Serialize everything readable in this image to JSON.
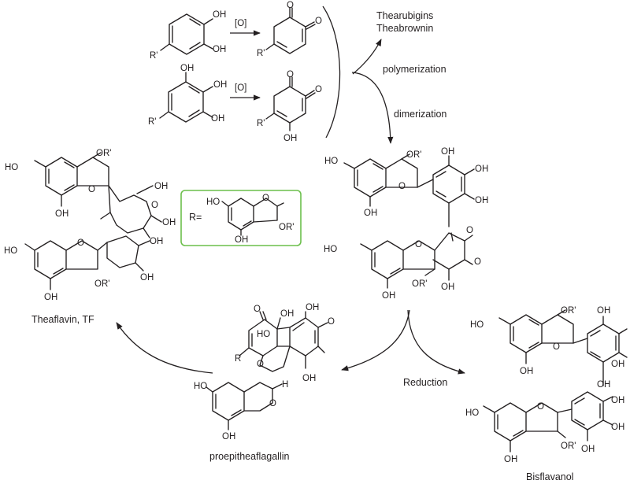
{
  "reagents": {
    "oxidant_1": "[O]",
    "oxidant_2": "[O]"
  },
  "products": {
    "line1": "Thearubigins",
    "line2": "Theabrownin"
  },
  "steps": {
    "polymerization": "polymerization",
    "dimerization": "dimerization",
    "reduction": "Reduction"
  },
  "compounds": {
    "theaflavin": "Theaflavin, TF",
    "proepitheaflagallin": "proepitheaflagallin",
    "bisflavanol": "Bisflavanol"
  },
  "r_definition": {
    "prefix": "R="
  },
  "atoms": {
    "oh": "OH",
    "ho": "HO",
    "o": "O",
    "or": "OR'",
    "rp": "R'",
    "r": "R",
    "h": "H"
  },
  "colors": {
    "r_box_border": "#6cbf4c",
    "ink": "#231f20"
  }
}
